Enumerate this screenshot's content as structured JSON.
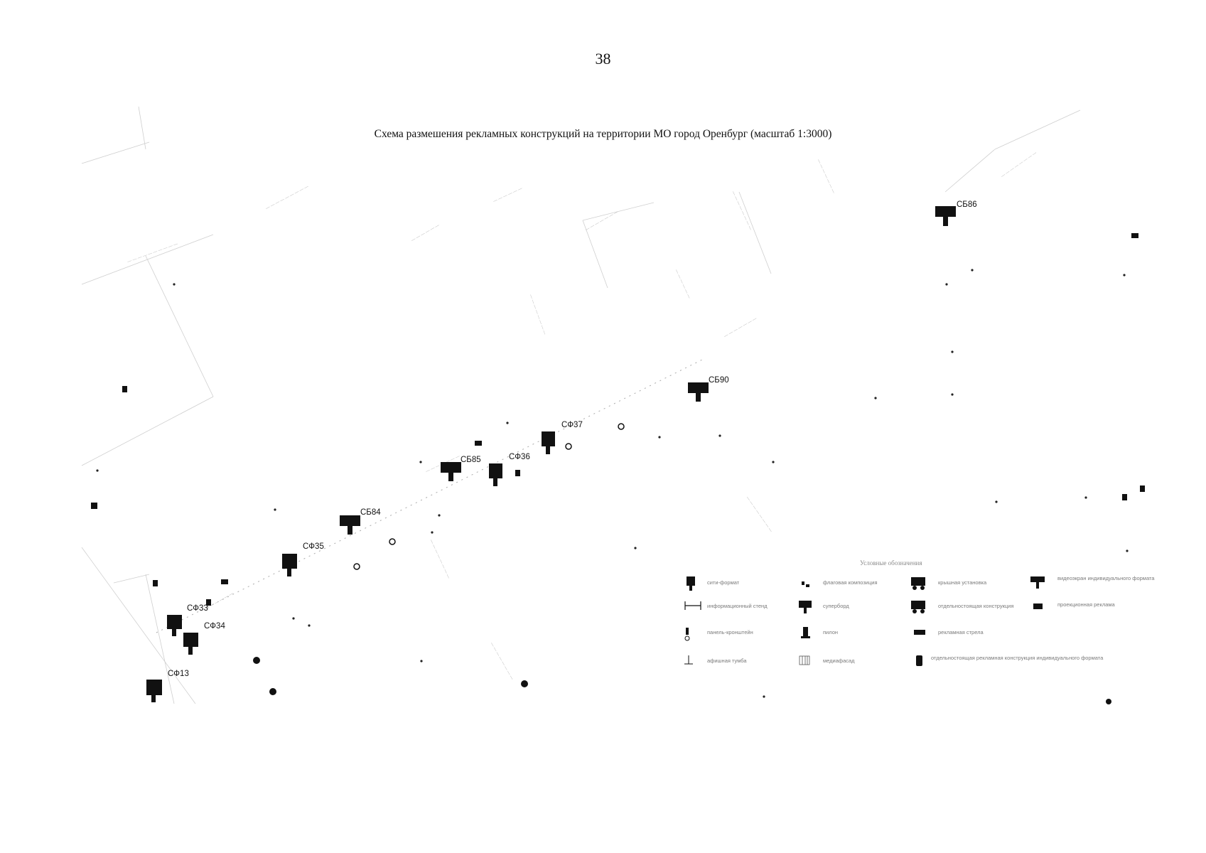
{
  "page": {
    "number": "38"
  },
  "map": {
    "title": "Схема размешения рекламных конструкций на территории МО город Оренбург (масштаб 1:3000)",
    "markers": [
      {
        "label": "СБ86"
      },
      {
        "label": "СБ90"
      },
      {
        "label": "СФ37"
      },
      {
        "label": "СФ36"
      },
      {
        "label": "СБ85"
      },
      {
        "label": "СБ84"
      },
      {
        "label": "СФ35"
      },
      {
        "label": "СФ33"
      },
      {
        "label": "СФ34"
      },
      {
        "label": "СФ13"
      }
    ]
  },
  "legend": {
    "title": "Условные обозначения",
    "items": [
      {
        "label": "сити-формат",
        "icon": "city-format-icon"
      },
      {
        "label": "флаговая композиция",
        "icon": "flag-composition-icon"
      },
      {
        "label": "крышная установка",
        "icon": "roof-installation-icon"
      },
      {
        "label": "видеоэкран индивидуального формата",
        "icon": "video-screen-icon"
      },
      {
        "label": "информационный стенд",
        "icon": "info-stand-icon"
      },
      {
        "label": "суперборд",
        "icon": "superboard-icon"
      },
      {
        "label": "отдельностоящая конструкция",
        "icon": "standalone-construction-icon"
      },
      {
        "label": "проекционная реклама",
        "icon": "projection-ad-icon"
      },
      {
        "label": "панель-кронштейн",
        "icon": "bracket-panel-icon"
      },
      {
        "label": "пилон",
        "icon": "pylon-icon"
      },
      {
        "label": "рекламная стрела",
        "icon": "ad-arrow-icon"
      },
      {
        "label": "афишная тумба",
        "icon": "poster-column-icon"
      },
      {
        "label": "медиафасад",
        "icon": "media-facade-icon"
      },
      {
        "label": "отдельностоящая рекламная конструкция индивидуального формата",
        "icon": "individual-format-icon"
      }
    ]
  }
}
